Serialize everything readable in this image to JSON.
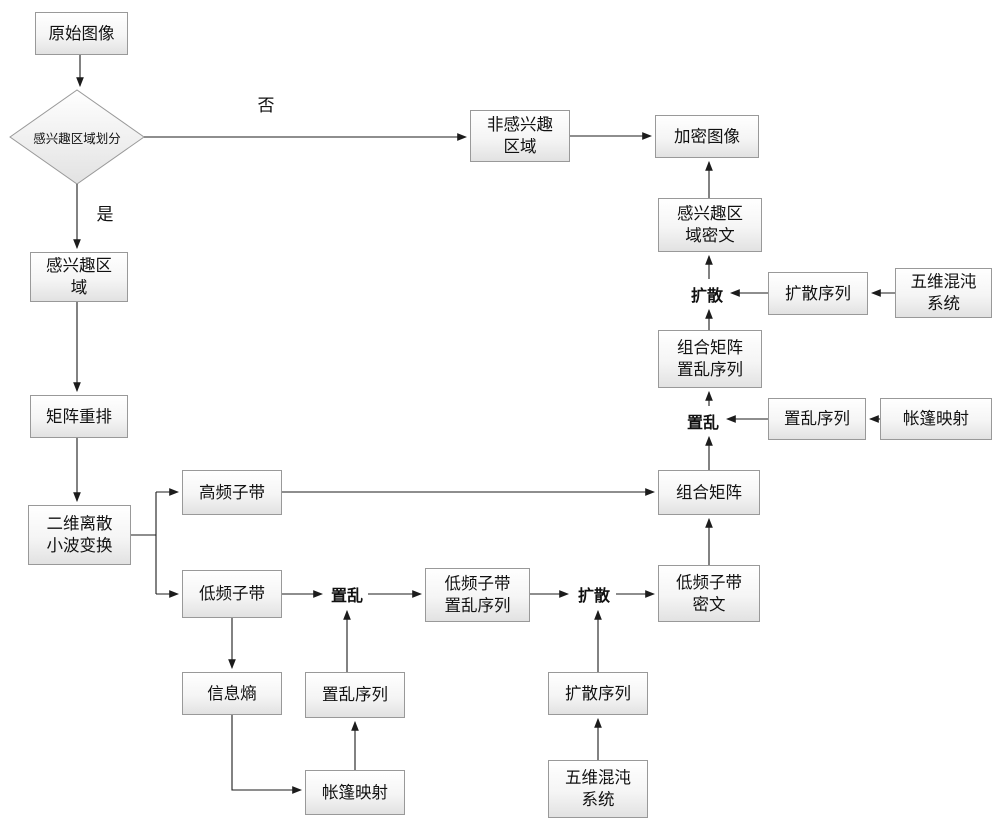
{
  "diagram": {
    "title_hint": "image ROI encryption flowchart",
    "nodes": {
      "original": {
        "label": "原始图像"
      },
      "roi_division": {
        "label": "感兴趣区域划分"
      },
      "non_roi": {
        "label": "非感兴趣\n区域"
      },
      "encrypted_image": {
        "label": "加密图像"
      },
      "roi": {
        "label": "感兴趣区\n域"
      },
      "matrix_rearrange": {
        "label": "矩阵重排"
      },
      "dwt": {
        "label": "二维离散\n小波变换"
      },
      "high_freq": {
        "label": "高频子带"
      },
      "low_freq": {
        "label": "低频子带"
      },
      "combined_matrix": {
        "label": "组合矩阵"
      },
      "low_freq_scramble_seq": {
        "label": "低频子带\n置乱序列"
      },
      "low_freq_cipher": {
        "label": "低频子带\n密文"
      },
      "combined_scramble_seq": {
        "label": "组合矩阵\n置乱序列"
      },
      "scramble_seq_right": {
        "label": "置乱序列"
      },
      "tent_map_right": {
        "label": "帐篷映射"
      },
      "roi_cipher": {
        "label": "感兴趣区\n域密文"
      },
      "diffusion_seq_right": {
        "label": "扩散序列"
      },
      "chaos_right": {
        "label": "五维混沌\n系统"
      },
      "entropy": {
        "label": "信息熵"
      },
      "tent_map_bottom": {
        "label": "帐篷映射"
      },
      "scramble_seq_bottom": {
        "label": "置乱序列"
      },
      "chaos_bottom": {
        "label": "五维混沌\n系统"
      },
      "diffusion_seq_bottom": {
        "label": "扩散序列"
      }
    },
    "labels": {
      "no": "否",
      "yes": "是",
      "scramble_low": "置乱",
      "diffuse_low": "扩散",
      "scramble_combined": "置乱",
      "diffuse_combined": "扩散"
    },
    "colors": {
      "line": "#1c1c1c",
      "box_border": "#999999",
      "box_fill_top": "#ffffff",
      "box_fill_bottom": "#e2e2e2"
    }
  }
}
